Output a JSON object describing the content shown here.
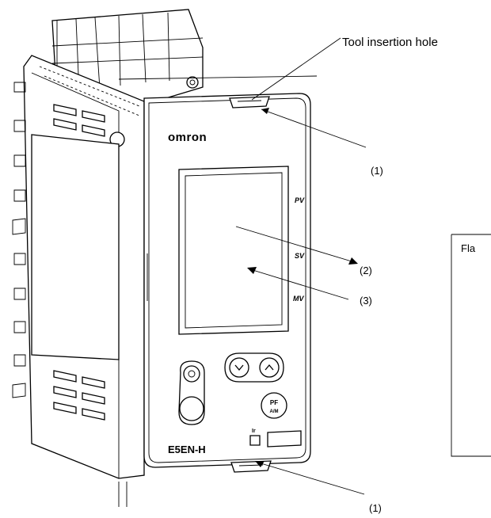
{
  "callouts": {
    "tool_hole": "Tool insertion hole",
    "top_ref": "(1)",
    "display_ref": "(2)",
    "display_ref_3": "(3)",
    "bottom_ref": "(1)"
  },
  "device": {
    "brand": "omron",
    "model": "E5EN-H",
    "ind_pv": "PV",
    "ind_sv": "SV",
    "ind_mv": "MV",
    "key_pf_top": "PF",
    "key_pf_bottom": "A/M",
    "ir_label": "Ir"
  },
  "side_box": {
    "text": "Fla"
  }
}
